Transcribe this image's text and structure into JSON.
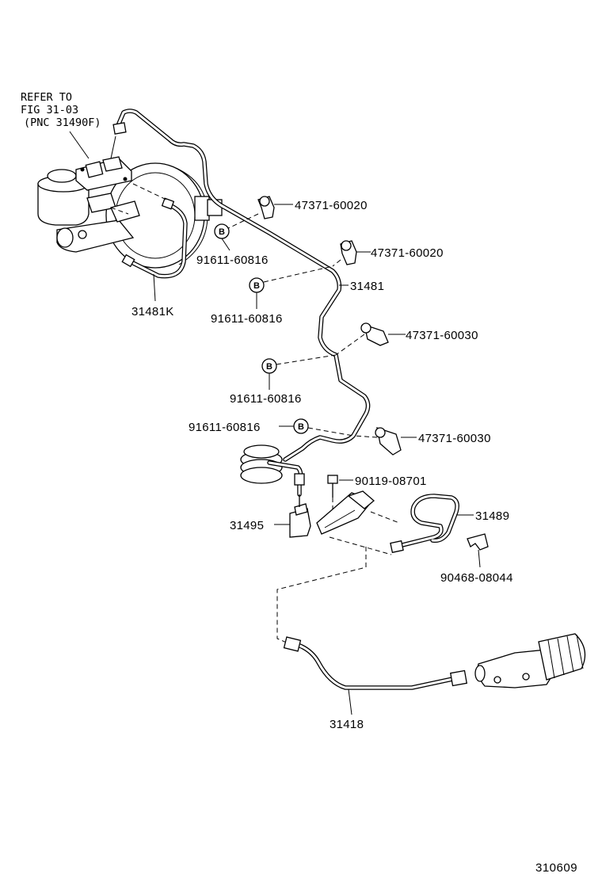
{
  "refer": {
    "line1": "REFER TO",
    "line2": "FIG 31-03",
    "line3": "(PNC 31490F)"
  },
  "labels": {
    "p47371_60020_a": "47371-60020",
    "p47371_60020_b": "47371-60020",
    "p31481": "31481",
    "p47371_60030_a": "47371-60030",
    "p47371_60030_b": "47371-60030",
    "p91611_a": "91611-60816",
    "p91611_b": "91611-60816",
    "p91611_c": "91611-60816",
    "p91611_d": "91611-60816",
    "p31481K": "31481K",
    "p90119": "90119-08701",
    "p31495": "31495",
    "p31489": "31489",
    "p90468": "90468-08044",
    "p31418": "31418",
    "bolt_marker": "B",
    "figure_number": "310609"
  }
}
